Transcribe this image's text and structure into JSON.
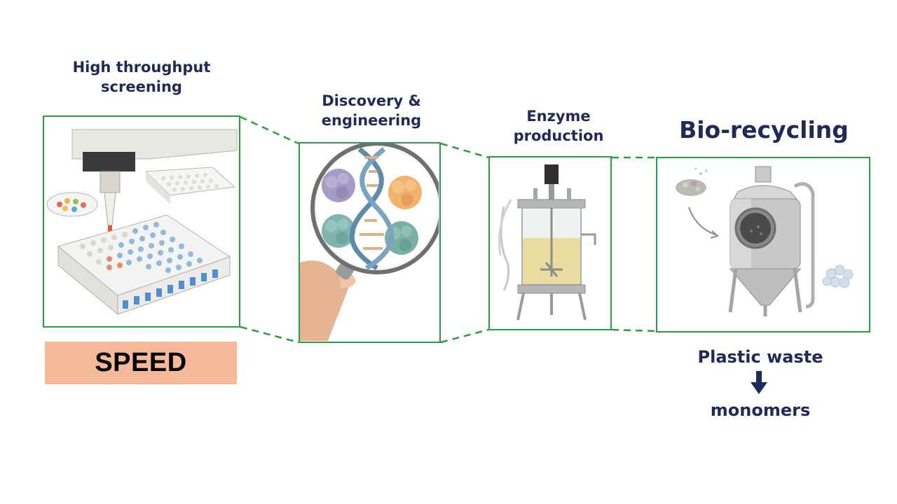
{
  "stages": [
    {
      "id": "hts",
      "label_lines": [
        "High throughput",
        "screening"
      ]
    },
    {
      "id": "discovery",
      "label_lines": [
        "Discovery &",
        "engineering"
      ]
    },
    {
      "id": "enzyme",
      "label_lines": [
        "Enzyme",
        "production"
      ]
    },
    {
      "id": "biorecycling",
      "label_lines": [
        "Bio-recycling"
      ]
    }
  ],
  "speed_label": "SPEED",
  "conversion": {
    "from": "Plastic waste",
    "to": "monomers"
  },
  "colors": {
    "frame_green": "#2a9d3f",
    "text_navy": "#1f2a5a",
    "speed_fill": "#f4b999"
  },
  "icons": {
    "hts": "pipette-robot-well-plate-icon",
    "discovery": "magnifier-dna-enzymes-icon",
    "enzyme": "bioreactor-icon",
    "biorecycling": "steel-reactor-icon",
    "arrow": "arrow-down-icon"
  }
}
